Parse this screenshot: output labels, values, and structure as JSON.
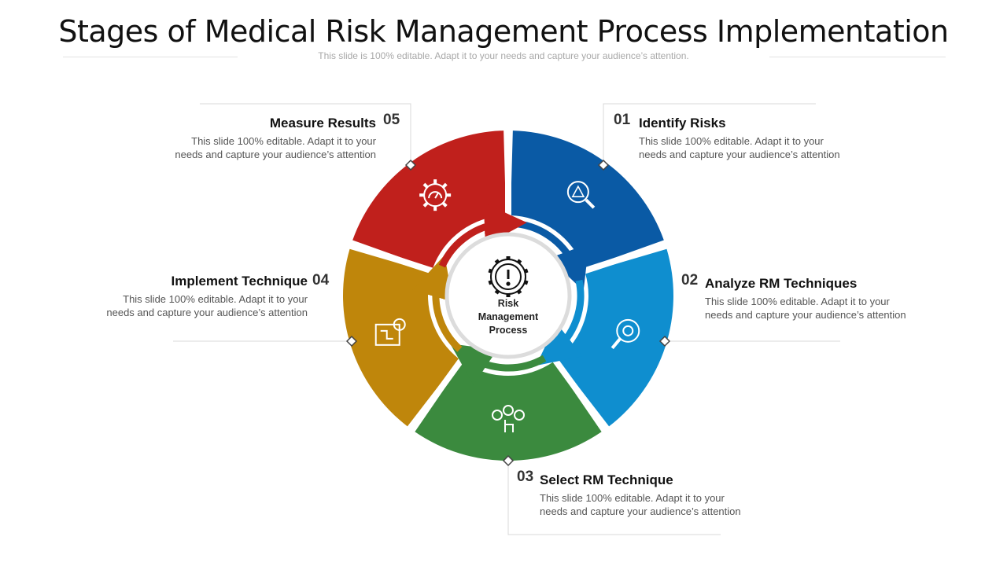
{
  "title": "Stages of Medical Risk Management Process Implementation",
  "subtitle": "This slide is 100% editable. Adapt it to your needs and capture your audience’s attention.",
  "center": {
    "lines": [
      "Risk",
      "Management",
      "Process"
    ],
    "icon": "alert-gear-icon"
  },
  "stages": [
    {
      "number": "01",
      "title": "Identify Risks",
      "desc_line1": "This slide 100% editable. Adapt it to your",
      "desc_line2": "needs and capture your audience’s attention",
      "color": "#0a5aa5",
      "icon": "magnifier-alert-icon"
    },
    {
      "number": "02",
      "title": "Analyze RM Techniques",
      "desc_line1": "This slide 100% editable. Adapt it to your",
      "desc_line2": "needs and capture your audience’s attention",
      "color": "#0f8ecf",
      "icon": "magnifier-gear-icon"
    },
    {
      "number": "03",
      "title": "Select RM Technique",
      "desc_line1": "This slide 100% editable. Adapt it to your",
      "desc_line2": "needs and capture your audience’s attention",
      "color": "#3b8a3e",
      "icon": "people-select-icon"
    },
    {
      "number": "04",
      "title": "Implement Technique",
      "desc_line1": "This slide 100% editable. Adapt it to your",
      "desc_line2": "needs and capture your audience’s attention",
      "color": "#bf860b",
      "icon": "blueprint-gear-icon"
    },
    {
      "number": "05",
      "title": "Measure Results",
      "desc_line1": "This slide 100% editable. Adapt it to your",
      "desc_line2": "needs and capture your audience’s attention",
      "color": "#c0201c",
      "icon": "gear-gauge-icon"
    }
  ]
}
